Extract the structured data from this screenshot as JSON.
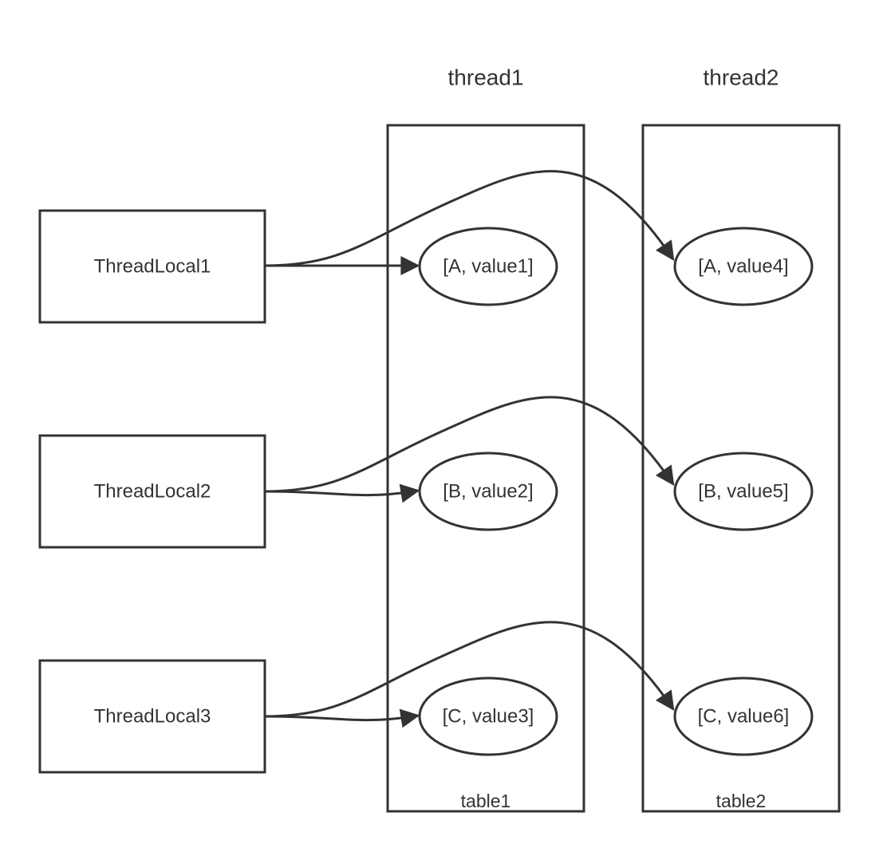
{
  "threads": [
    {
      "id": "thread1",
      "title": "thread1",
      "table_label": "table1"
    },
    {
      "id": "thread2",
      "title": "thread2",
      "table_label": "table2"
    }
  ],
  "thread_locals": [
    {
      "id": "tl1",
      "label": "ThreadLocal1"
    },
    {
      "id": "tl2",
      "label": "ThreadLocal2"
    },
    {
      "id": "tl3",
      "label": "ThreadLocal3"
    }
  ],
  "entries": [
    {
      "id": "e1",
      "label": "[A, value1]"
    },
    {
      "id": "e2",
      "label": "[B, value2]"
    },
    {
      "id": "e3",
      "label": "[C, value3]"
    },
    {
      "id": "e4",
      "label": "[A, value4]"
    },
    {
      "id": "e5",
      "label": "[B, value5]"
    },
    {
      "id": "e6",
      "label": "[C, value6]"
    }
  ],
  "edges": [
    {
      "from": "tl1",
      "to": "e1"
    },
    {
      "from": "tl1",
      "to": "e4"
    },
    {
      "from": "tl2",
      "to": "e2"
    },
    {
      "from": "tl2",
      "to": "e5"
    },
    {
      "from": "tl3",
      "to": "e3"
    },
    {
      "from": "tl3",
      "to": "e6"
    }
  ],
  "colors": {
    "stroke": "#333333",
    "text": "#333333",
    "background": "#ffffff"
  }
}
